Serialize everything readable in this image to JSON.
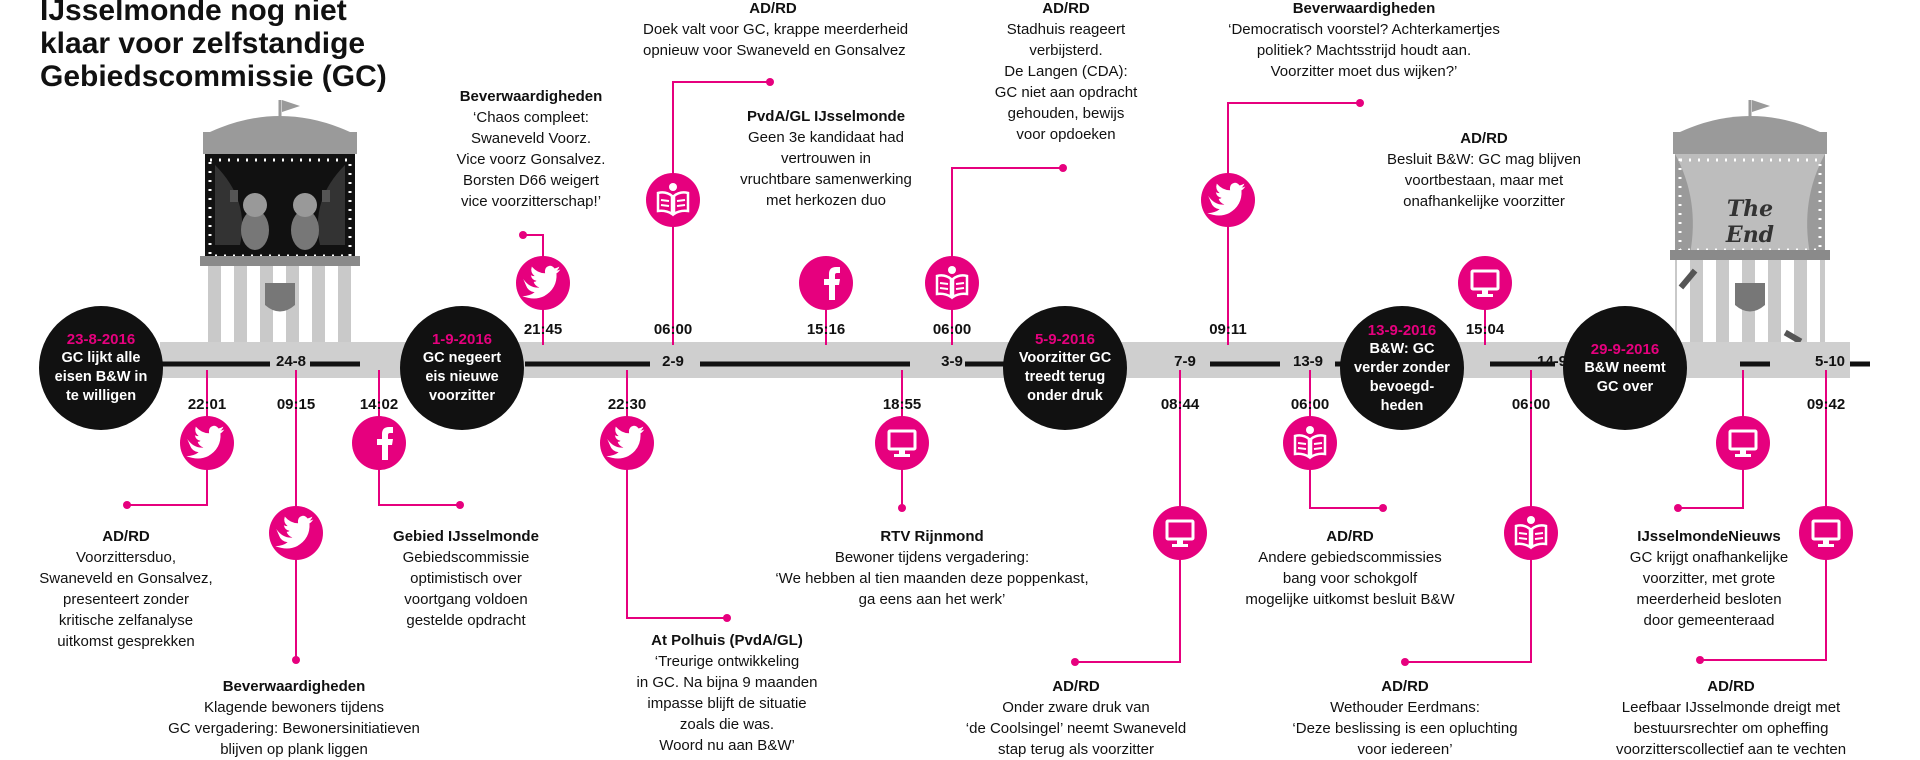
{
  "title": [
    "IJsselmonde nog niet",
    "klaar voor zelfstandige",
    "Gebiedscommissie (GC)"
  ],
  "colors": {
    "accent": "#e6007e",
    "track": "#cfcfcf",
    "dark": "#111111"
  },
  "theater_end_text": "The End",
  "events": [
    {
      "date": "23-8-2016",
      "lines": [
        "GC lijkt alle",
        "eisen B&W in",
        "te willigen"
      ]
    },
    {
      "date": "1-9-2016",
      "lines": [
        "GC negeert",
        "eis nieuwe",
        "voorzitter"
      ]
    },
    {
      "date": "5-9-2016",
      "lines": [
        "Voorzitter GC",
        "treedt terug",
        "onder druk"
      ]
    },
    {
      "date": "13-9-2016",
      "lines": [
        "B&W: GC",
        "verder zonder",
        "bevoegd-",
        "heden"
      ]
    },
    {
      "date": "29-9-2016",
      "lines": [
        "B&W neemt",
        "GC over"
      ]
    }
  ],
  "day_labels": [
    "24-8",
    "2-9",
    "3-9",
    "7-9",
    "13-9",
    "14-9",
    "5-10"
  ],
  "items": [
    {
      "time": "22:01",
      "icon": "twitter-icon",
      "source": "AD/RD",
      "lines": [
        "Voorzittersduo,",
        "Swaneveld en Gonsalvez,",
        "presenteert zonder",
        "kritische zelfanalyse",
        "uitkomst gesprekken"
      ]
    },
    {
      "time": "09:15",
      "icon": "twitter-icon",
      "source": "Beverwaardigheden",
      "lines": [
        "Klagende bewoners tijdens",
        "GC vergadering: Bewonersinitiatieven",
        "blijven op plank liggen"
      ]
    },
    {
      "time": "14:02",
      "icon": "facebook-icon",
      "source": "Gebied IJsselmonde",
      "lines": [
        "Gebiedscommissie",
        "optimistisch over",
        "voortgang voldoen",
        "gestelde opdracht"
      ]
    },
    {
      "time": "21:45",
      "icon": "twitter-icon",
      "source": "Beverwaardigheden",
      "lines": [
        "‘Chaos compleet:",
        "Swaneveld Voorz.",
        "Vice voorz Gonsalvez.",
        "Borsten D66 weigert",
        "vice voorzitterschap!’"
      ]
    },
    {
      "time": "22:30",
      "icon": "twitter-icon",
      "source": "At Polhuis (PvdA/GL)",
      "lines": [
        "‘Treurige ontwikkeling",
        "in GC. Na bijna 9 maanden",
        "impasse blijft de situatie",
        "zoals die was.",
        "Woord nu aan B&W’"
      ]
    },
    {
      "time": "06:00",
      "icon": "newspaper-icon",
      "source": "AD/RD",
      "lines": [
        "Doek valt voor GC, krappe meerderheid",
        "opnieuw voor Swaneveld en Gonsalvez"
      ]
    },
    {
      "time": "15:16",
      "icon": "facebook-icon",
      "source": "PvdA/GL IJsselmonde",
      "lines": [
        "Geen 3e kandidaat had",
        "vertrouwen in",
        "vruchtbare samenwerking",
        "met herkozen duo"
      ]
    },
    {
      "time": "18:55",
      "icon": "monitor-icon",
      "source": "RTV Rijnmond",
      "lines": [
        "Bewoner tijdens vergadering:",
        "‘We hebben al tien maanden deze poppenkast,",
        "ga eens aan het werk’"
      ]
    },
    {
      "time": "06:00",
      "icon": "newspaper-icon",
      "source": "AD/RD",
      "lines": [
        "Stadhuis reageert",
        "verbijsterd.",
        "De Langen (CDA):",
        "GC niet aan opdracht",
        "gehouden, bewijs",
        "voor opdoeken"
      ]
    },
    {
      "time": "09:11",
      "icon": "twitter-icon",
      "source": "Beverwaardigheden",
      "lines": [
        "‘Democratisch voorstel? Achterkamertjes",
        "politiek? Machtsstrijd houdt aan.",
        "Voorzitter moet dus wijken?’"
      ]
    },
    {
      "time": "08:44",
      "icon": "monitor-icon",
      "source": "AD/RD",
      "lines": [
        "Onder zware druk van",
        "‘de Coolsingel’ neemt Swaneveld",
        "stap terug als voorzitter"
      ]
    },
    {
      "time": "06:00",
      "icon": "newspaper-icon",
      "source": "AD/RD",
      "lines": [
        "Andere gebiedscommissies",
        "bang voor schokgolf",
        "mogelijke uitkomst besluit B&W"
      ]
    },
    {
      "time": "15:04",
      "icon": "monitor-icon",
      "source": "AD/RD",
      "lines": [
        "Besluit B&W: GC mag blijven",
        "voortbestaan, maar met",
        "onafhankelijke voorzitter"
      ]
    },
    {
      "time": "06:00",
      "icon": "newspaper-icon",
      "source": "AD/RD",
      "lines": [
        "Wethouder Eerdmans:",
        "‘Deze beslissing is een opluchting",
        "voor iedereen’"
      ]
    },
    {
      "time": "",
      "icon": "monitor-icon",
      "source": "IJsselmondeNieuws",
      "lines": [
        "GC krijgt onafhankelijke",
        "voorzitter, met grote",
        "meerderheid  besloten",
        "door gemeenteraad"
      ]
    },
    {
      "time": "09:42",
      "icon": "monitor-icon",
      "source": "AD/RD",
      "lines": [
        "Leefbaar IJsselmonde dreigt met",
        "bestuursrechter om opheffing",
        "voorzitterscollectief aan te vechten"
      ]
    }
  ]
}
